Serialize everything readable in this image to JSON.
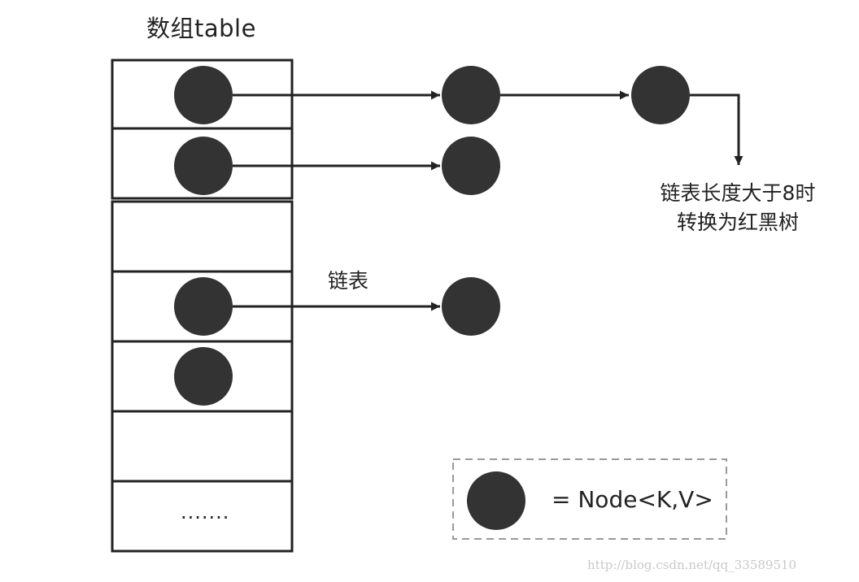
{
  "title": "数组table",
  "labels": {
    "linked_list": "链表",
    "treeify_line1": "链表长度大于8时",
    "treeify_line2": "转换为红黑树",
    "ellipsis": ".......",
    "legend": "= Node<K,V>"
  },
  "watermark": "http://blog.csdn.net/qq_33589510",
  "colors": {
    "node": "#333333",
    "stroke": "#222222",
    "legend_border": "#999999"
  },
  "table": {
    "slots": 7,
    "slot_has_node": [
      true,
      true,
      false,
      true,
      true,
      false,
      false
    ]
  }
}
